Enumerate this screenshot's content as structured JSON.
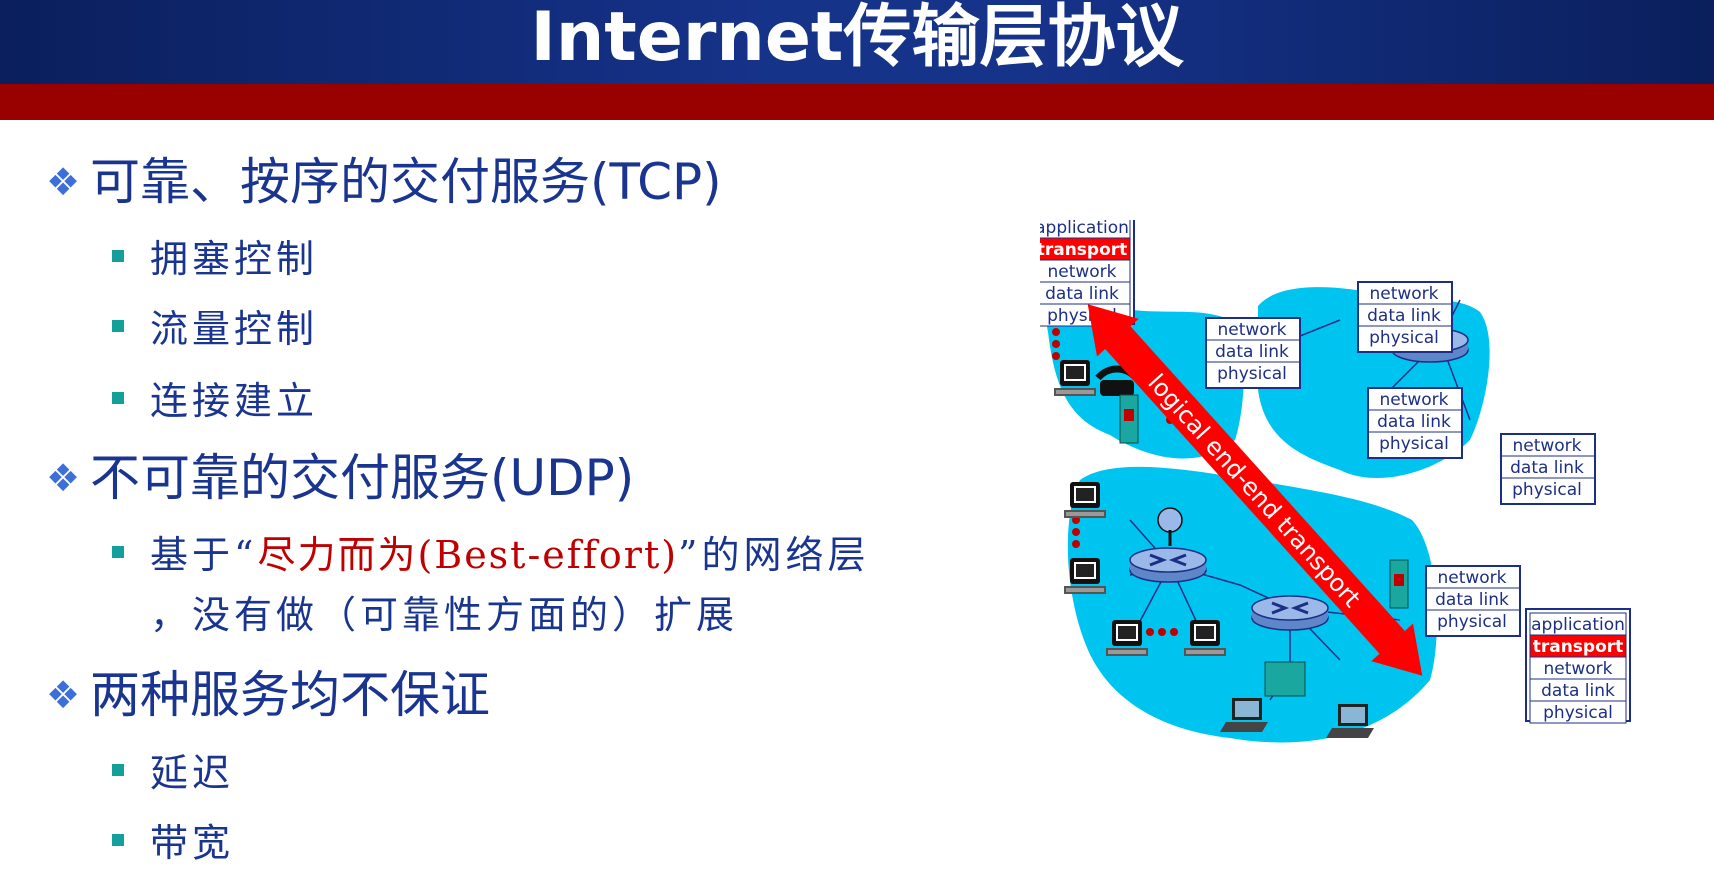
{
  "slide": {
    "title": "Internet传输层协议",
    "items": [
      {
        "text": "可靠、按序的交付服务(TCP)"
      },
      {
        "text": "拥塞控制"
      },
      {
        "text": "流量控制"
      },
      {
        "text": "连接建立"
      },
      {
        "text": "不可靠的交付服务(UDP)"
      },
      {
        "before": "基于“",
        "highlight": "尽力而为(Best-effort)",
        "after": "”的网络层",
        "cont": "，没有做（可靠性方面的）扩展"
      },
      {
        "text": "两种服务均不保证"
      },
      {
        "text": "延迟"
      },
      {
        "text": "带宽"
      }
    ]
  },
  "diagram": {
    "arrow_label": "logical end-end transport",
    "host_stack": [
      "application",
      "transport",
      "network",
      "data link",
      "physical"
    ],
    "router_stack": [
      "network",
      "data link",
      "physical"
    ]
  },
  "colors": {
    "title_bar": "#16338a",
    "red_bar": "#990000",
    "text_blue": "#1a3590",
    "bullet_teal": "#14a09a",
    "highlight_red": "#c00000",
    "cloud": "#00c4f0",
    "arrow": "#ff0000"
  }
}
